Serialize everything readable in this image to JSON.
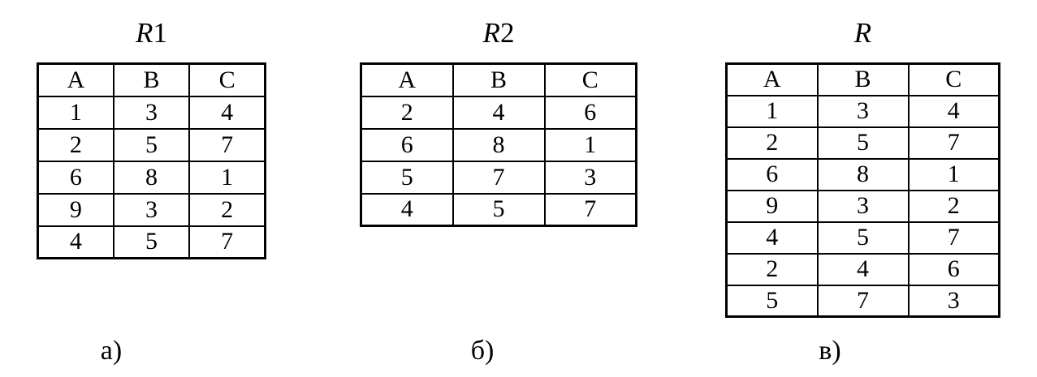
{
  "colors": {
    "background": "#ffffff",
    "border": "#000000",
    "text": "#000000"
  },
  "figures": [
    {
      "id": "a",
      "title": {
        "italic": "R",
        "suffix": "1"
      },
      "caption": "а)",
      "columns": [
        "A",
        "B",
        "C"
      ],
      "rows": [
        [
          "1",
          "3",
          "4"
        ],
        [
          "2",
          "5",
          "7"
        ],
        [
          "6",
          "8",
          "1"
        ],
        [
          "9",
          "3",
          "2"
        ],
        [
          "4",
          "5",
          "7"
        ]
      ]
    },
    {
      "id": "b",
      "title": {
        "italic": "R",
        "suffix": "2"
      },
      "caption": "б)",
      "columns": [
        "A",
        "B",
        "C"
      ],
      "rows": [
        [
          "2",
          "4",
          "6"
        ],
        [
          "6",
          "8",
          "1"
        ],
        [
          "5",
          "7",
          "3"
        ],
        [
          "4",
          "5",
          "7"
        ]
      ]
    },
    {
      "id": "v",
      "title": {
        "italic": "R",
        "suffix": ""
      },
      "caption": "в)",
      "columns": [
        "A",
        "B",
        "C"
      ],
      "rows": [
        [
          "1",
          "3",
          "4"
        ],
        [
          "2",
          "5",
          "7"
        ],
        [
          "6",
          "8",
          "1"
        ],
        [
          "9",
          "3",
          "2"
        ],
        [
          "4",
          "5",
          "7"
        ],
        [
          "2",
          "4",
          "6"
        ],
        [
          "5",
          "7",
          "3"
        ]
      ]
    }
  ]
}
